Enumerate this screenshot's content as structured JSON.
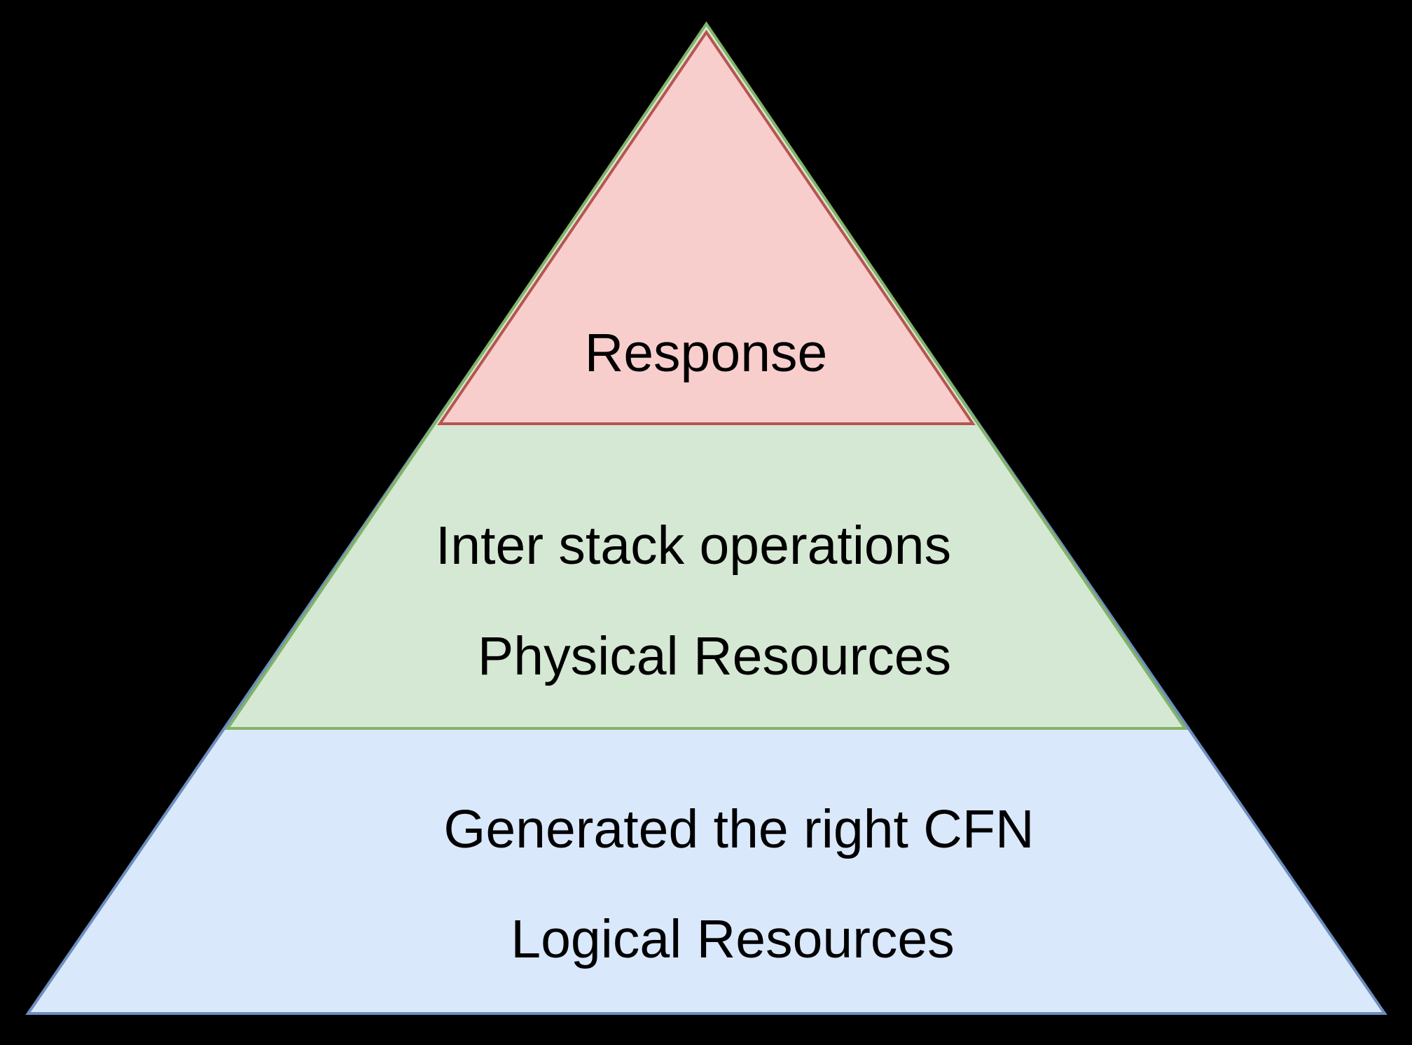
{
  "diagram": {
    "type": "pyramid",
    "background": "#000000",
    "text_color": "#000000",
    "layers": [
      {
        "id": "top",
        "fill": "#f8cecc",
        "stroke": "#b85450",
        "lines": [
          "Response"
        ]
      },
      {
        "id": "middle",
        "fill": "#d5e8d4",
        "stroke": "#82b366",
        "lines": [
          "Inter stack operations",
          "Physical Resources"
        ]
      },
      {
        "id": "bottom",
        "fill": "#dae8fc",
        "stroke": "#6c8ebf",
        "lines": [
          "Generated the right CFN",
          "Logical Resources"
        ]
      }
    ]
  }
}
